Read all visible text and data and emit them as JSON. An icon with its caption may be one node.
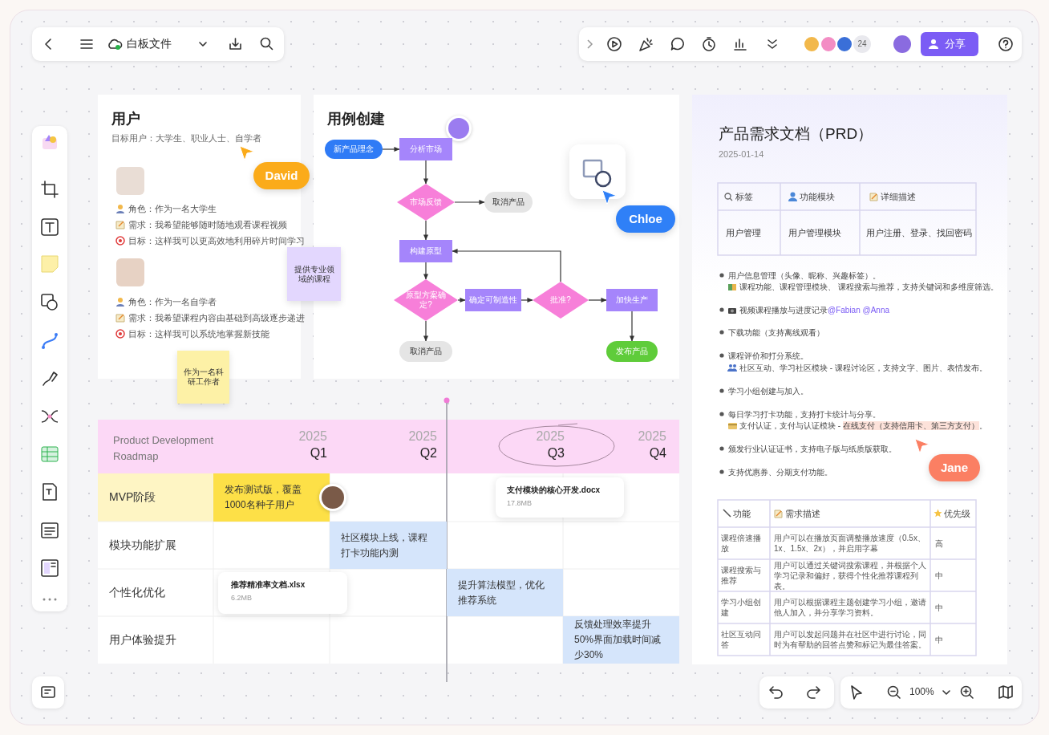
{
  "diagram": {
    "title": "白板文件",
    "nodes": [
      {
        "text": [
          "新产品理念"
        ]
      },
      {
        "text": [
          "分析市场"
        ]
      },
      {
        "text": [
          "市场反馈"
        ]
      },
      {
        "text": [
          "取消产品"
        ]
      },
      {
        "text": [
          "构建原型"
        ]
      },
      {
        "text": [
          "原型方案确定?"
        ]
      },
      {
        "text": [
          "确定可制造性"
        ]
      },
      {
        "text": [
          "批准?"
        ]
      },
      {
        "text": [
          "加快生产"
        ]
      },
      {
        "text": [
          "取消产品"
        ]
      },
      {
        "text": [
          "发布产品"
        ]
      },
      {
        "text": [
          "提供专业领域的课程"
        ]
      },
      {
        "text": [
          "作为一名科研工作者"
        ]
      },
      {
        "text": [
          "发布测试版，覆盖1000名种子用户"
        ]
      },
      {
        "text": [
          "社区模块上线，课程打卡功能内测"
        ]
      },
      {
        "text": [
          "提升算法模型，优化推荐系统"
        ]
      },
      {
        "text": [
          "反馈处理效率提升50%界面加载时间减少30%"
        ]
      }
    ],
    "edges": [
      {
        "from": 0,
        "to": 1,
        "arrow": "to"
      },
      {
        "from": 1,
        "to": 2,
        "arrow": "to"
      },
      {
        "from": 2,
        "to": 3,
        "arrow": "to"
      },
      {
        "from": 2,
        "to": 4,
        "arrow": "to"
      },
      {
        "from": 4,
        "to": 5,
        "arrow": "to"
      },
      {
        "from": 5,
        "to": 6,
        "arrow": "to"
      },
      {
        "from": 5,
        "to": 9,
        "arrow": "to"
      },
      {
        "from": 6,
        "to": 7,
        "arrow": "to"
      },
      {
        "from": 7,
        "to": 8,
        "arrow": "to"
      },
      {
        "from": 7,
        "to": 4,
        "arrow": "to"
      },
      {
        "from": 8,
        "to": 10,
        "arrow": "to"
      }
    ],
    "labels": [
      "24",
      "分享",
      "用户",
      "目标用户：大学生、职业人士、自学者",
      "David",
      "角色：作为一名大学生",
      "需求：我希望能够随时随地观看课程视频",
      "目标：这样我可以更高效地利用碎片时间学习",
      "角色：作为一名自学者",
      "需求：我希望课程内容由基础到高级逐步递进",
      "目标：这样我可以系统地掌握新技能",
      "用例创建",
      "Chloe",
      "产品需求文档（PRD）",
      "2025-01-14",
      "标签",
      "功能模块",
      "详细描述",
      "用户管理",
      "用户管理模块",
      "用户注册、登录、找回密码",
      "用户信息管理（头像、昵称、兴趣标签）。",
      "课程功能、课程管理模块、 课程搜索与推荐，支持关键词和多维度筛选。",
      "视频课程播放与进度记录",
      "@Fabian @Anna",
      "下载功能（支持离线观看）",
      "课程评价和打分系统。",
      "社区互动、学习社区模块 - 课程讨论区，支持文字、图片、表情发布。",
      "学习小组创建与加入。",
      "每日学习打卡功能，支持打卡统计与分享。",
      "支付认证，支付与认证模块 - ",
      "在线支付（支持信用卡、第三方支付）",
      "。",
      "颁发行业认证证书，支持电子版与纸质版获取。",
      "支持优惠券、分期支付功能。",
      "Jane",
      "功能",
      "需求描述",
      "优先级",
      "课程倍速播放",
      "用户可以在播放页面调整播放速度（0.5x、1x、1.5x、2x），并启用字幕",
      "高",
      "课程搜索与推荐",
      "用户可以通过关键词搜索课程，并根据个人学习记录和偏好，获得个性化推荐课程列表。",
      "中",
      "学习小组创建",
      "用户可以根据课程主题创建学习小组，邀请他人加入，并分享学习资料。",
      "中",
      "社区互动问答",
      "用户可以发起问题并在社区中进行讨论，同时为有帮助的回答点赞和标记为最佳答案。",
      "中",
      "Product Development Roadmap",
      "2025",
      "Q1",
      "2025",
      "Q2",
      "2025",
      "Q3",
      "2025",
      "Q4",
      "MVP阶段",
      "模块功能扩展",
      "个性化优化",
      "用户体验提升",
      "支付模块的核心开发.docx",
      "17.8MB",
      "推荐精准率文档.xlsx",
      "6.2MB",
      "100%"
    ]
  }
}
